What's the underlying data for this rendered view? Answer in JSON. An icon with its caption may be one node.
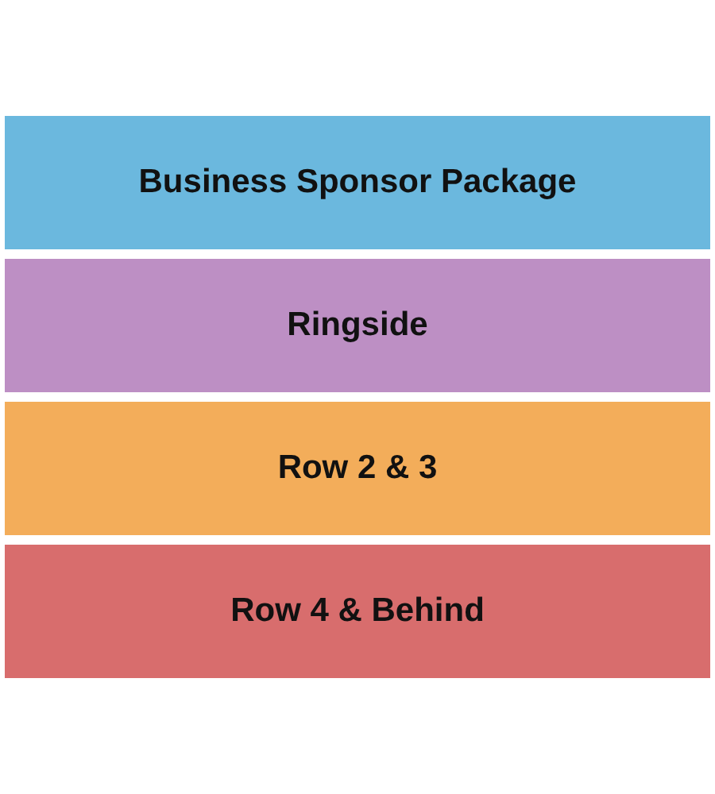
{
  "diagram": {
    "nodes": [
      {
        "text": [
          "Business Sponsor Package"
        ]
      },
      {
        "text": [
          "Ringside"
        ]
      },
      {
        "text": [
          "Row 2 & 3"
        ]
      },
      {
        "text": [
          "Row 4 & Behind"
        ]
      }
    ]
  }
}
